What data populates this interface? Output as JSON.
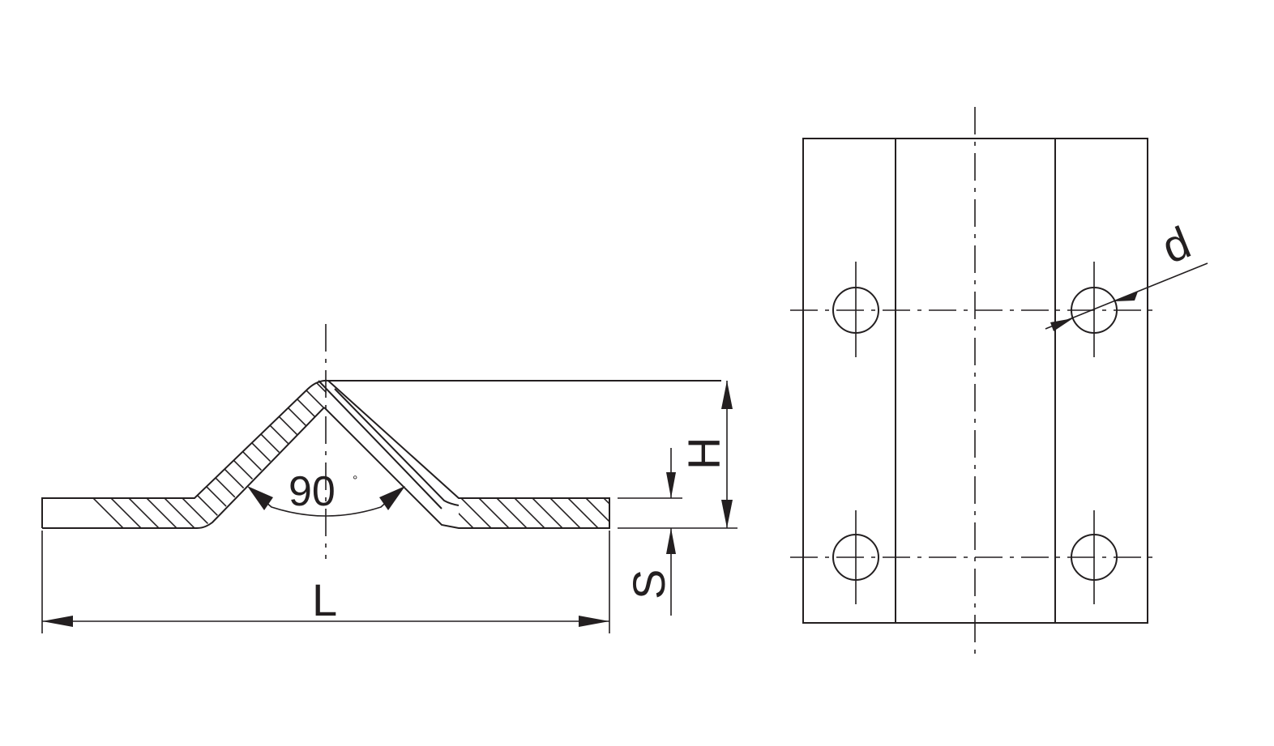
{
  "drawing": {
    "labels": {
      "length": "L",
      "height": "H",
      "thickness": "S",
      "angle": "90",
      "degree": "°",
      "hole_diameter": "d"
    },
    "line_color": "#231f20",
    "background": "#ffffff"
  }
}
